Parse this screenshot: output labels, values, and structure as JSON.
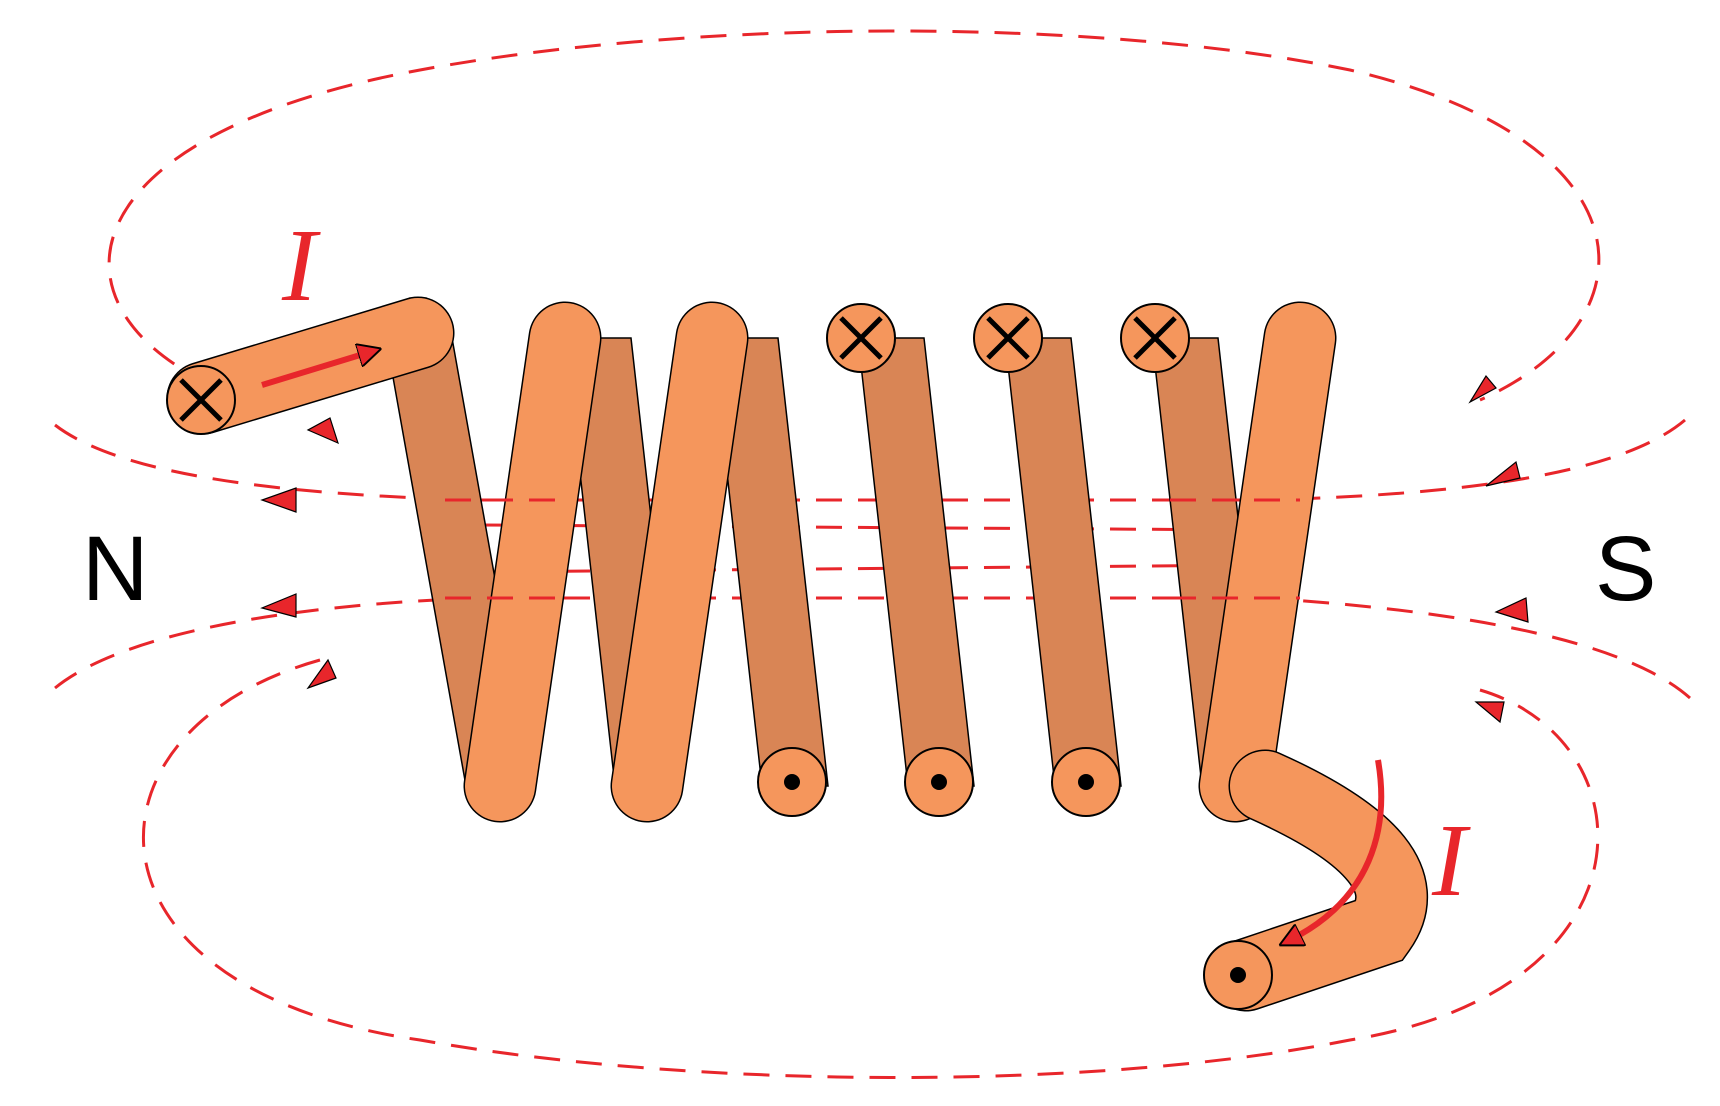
{
  "labels": {
    "north_pole": "N",
    "south_pole": "S",
    "current_top": "I",
    "current_bottom": "I"
  },
  "colors": {
    "field_line": "#e8262b",
    "wire_front": "#f5965c",
    "wire_back": "#d98555",
    "outline": "#000000",
    "arrow_fill": "#e8262b"
  },
  "icons": {
    "into_page": "cross-circle-icon",
    "out_of_page": "dot-circle-icon",
    "direction_arrow": "triangle-arrow-icon"
  },
  "coil": {
    "turns": 6,
    "current_into_page_marks": 4,
    "current_out_of_page_marks": 4
  }
}
